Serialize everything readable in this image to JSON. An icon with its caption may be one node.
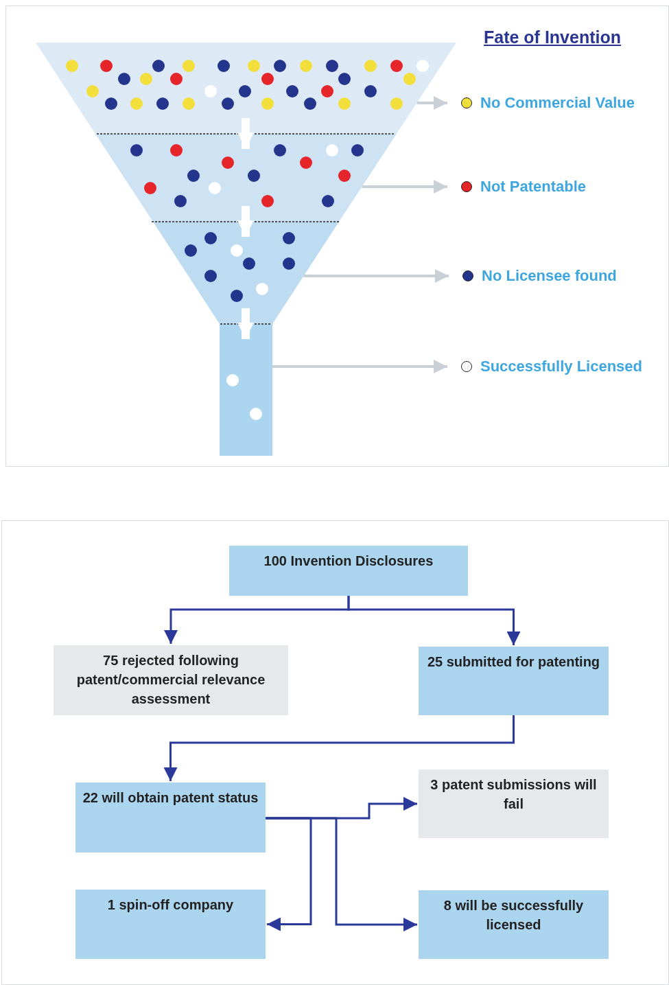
{
  "diagram": {
    "title": "Fate of Invention",
    "nodes": [
      {
        "text": [],
        "shape": "trapezoid"
      },
      {
        "text": [],
        "shape": "trapezoid"
      },
      {
        "text": [],
        "shape": "trapezoid"
      },
      {
        "text": [],
        "shape": "bar"
      },
      {
        "text": [
          "No Commercial Value"
        ]
      },
      {
        "text": [
          "Not Patentable"
        ]
      },
      {
        "text": [
          "No Licensee found"
        ]
      },
      {
        "text": [
          "Successfully Licensed"
        ]
      },
      {
        "text": [
          "100 Invention Disclosures"
        ]
      },
      {
        "text": [
          "75 rejected following patent/commercial relevance assessment"
        ]
      },
      {
        "text": [
          "25 submitted for patenting"
        ]
      },
      {
        "text": [
          "22 will obtain patent status"
        ]
      },
      {
        "text": [
          "3 patent submissions will fail"
        ]
      },
      {
        "text": [
          "1 spin-off company"
        ]
      },
      {
        "text": [
          "8 will be successfully licensed"
        ]
      }
    ],
    "edges": [
      {
        "from": 0,
        "to": 1,
        "arrow": "to",
        "style": "thick",
        "color": "#ffffff"
      },
      {
        "from": 1,
        "to": 2,
        "arrow": "to",
        "style": "thick",
        "color": "#ffffff"
      },
      {
        "from": 2,
        "to": 3,
        "arrow": "to",
        "style": "thick",
        "color": "#ffffff"
      },
      {
        "from": 0,
        "to": 4,
        "arrow": "to",
        "color": "#c9d0d8"
      },
      {
        "from": 1,
        "to": 5,
        "arrow": "to",
        "color": "#c9d0d8"
      },
      {
        "from": 2,
        "to": 6,
        "arrow": "to",
        "color": "#c9d0d8"
      },
      {
        "from": 3,
        "to": 7,
        "arrow": "to",
        "color": "#c9d0d8"
      },
      {
        "from": 8,
        "to": 9,
        "arrow": "to"
      },
      {
        "from": 8,
        "to": 10,
        "arrow": "to"
      },
      {
        "from": 10,
        "to": 11,
        "arrow": "to"
      },
      {
        "from": 11,
        "to": 12,
        "arrow": "to"
      },
      {
        "from": 11,
        "to": 13,
        "arrow": "to"
      },
      {
        "from": 11,
        "to": 14,
        "arrow": "to"
      }
    ]
  }
}
